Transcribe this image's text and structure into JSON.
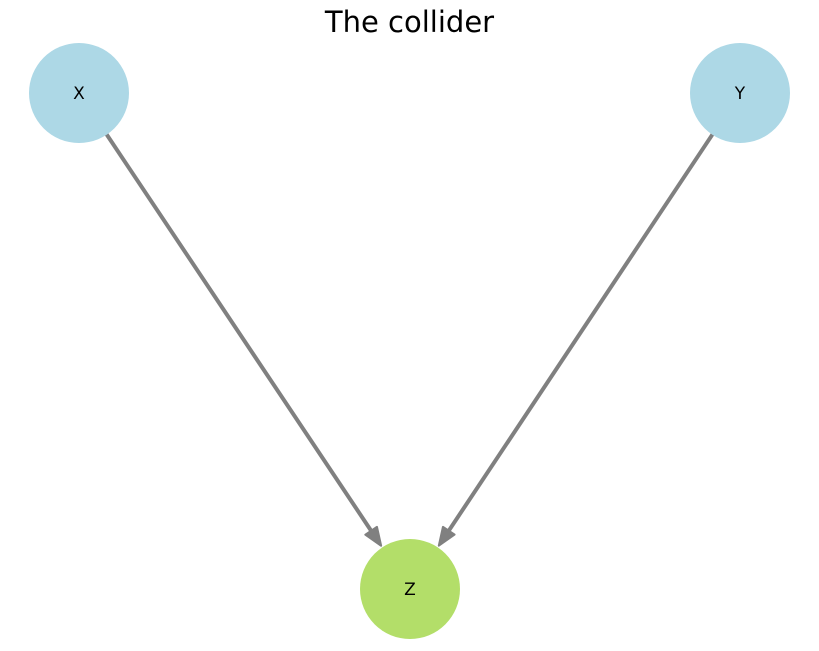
{
  "title": "The collider",
  "colors": {
    "parent_node": "#add8e6",
    "collider_node": "#b3de69",
    "edge": "#808080"
  },
  "nodes": [
    {
      "id": "X",
      "label": "X",
      "role": "parent"
    },
    {
      "id": "Y",
      "label": "Y",
      "role": "parent"
    },
    {
      "id": "Z",
      "label": "Z",
      "role": "collider"
    }
  ],
  "edges": [
    {
      "from": "X",
      "to": "Z"
    },
    {
      "from": "Y",
      "to": "Z"
    }
  ]
}
